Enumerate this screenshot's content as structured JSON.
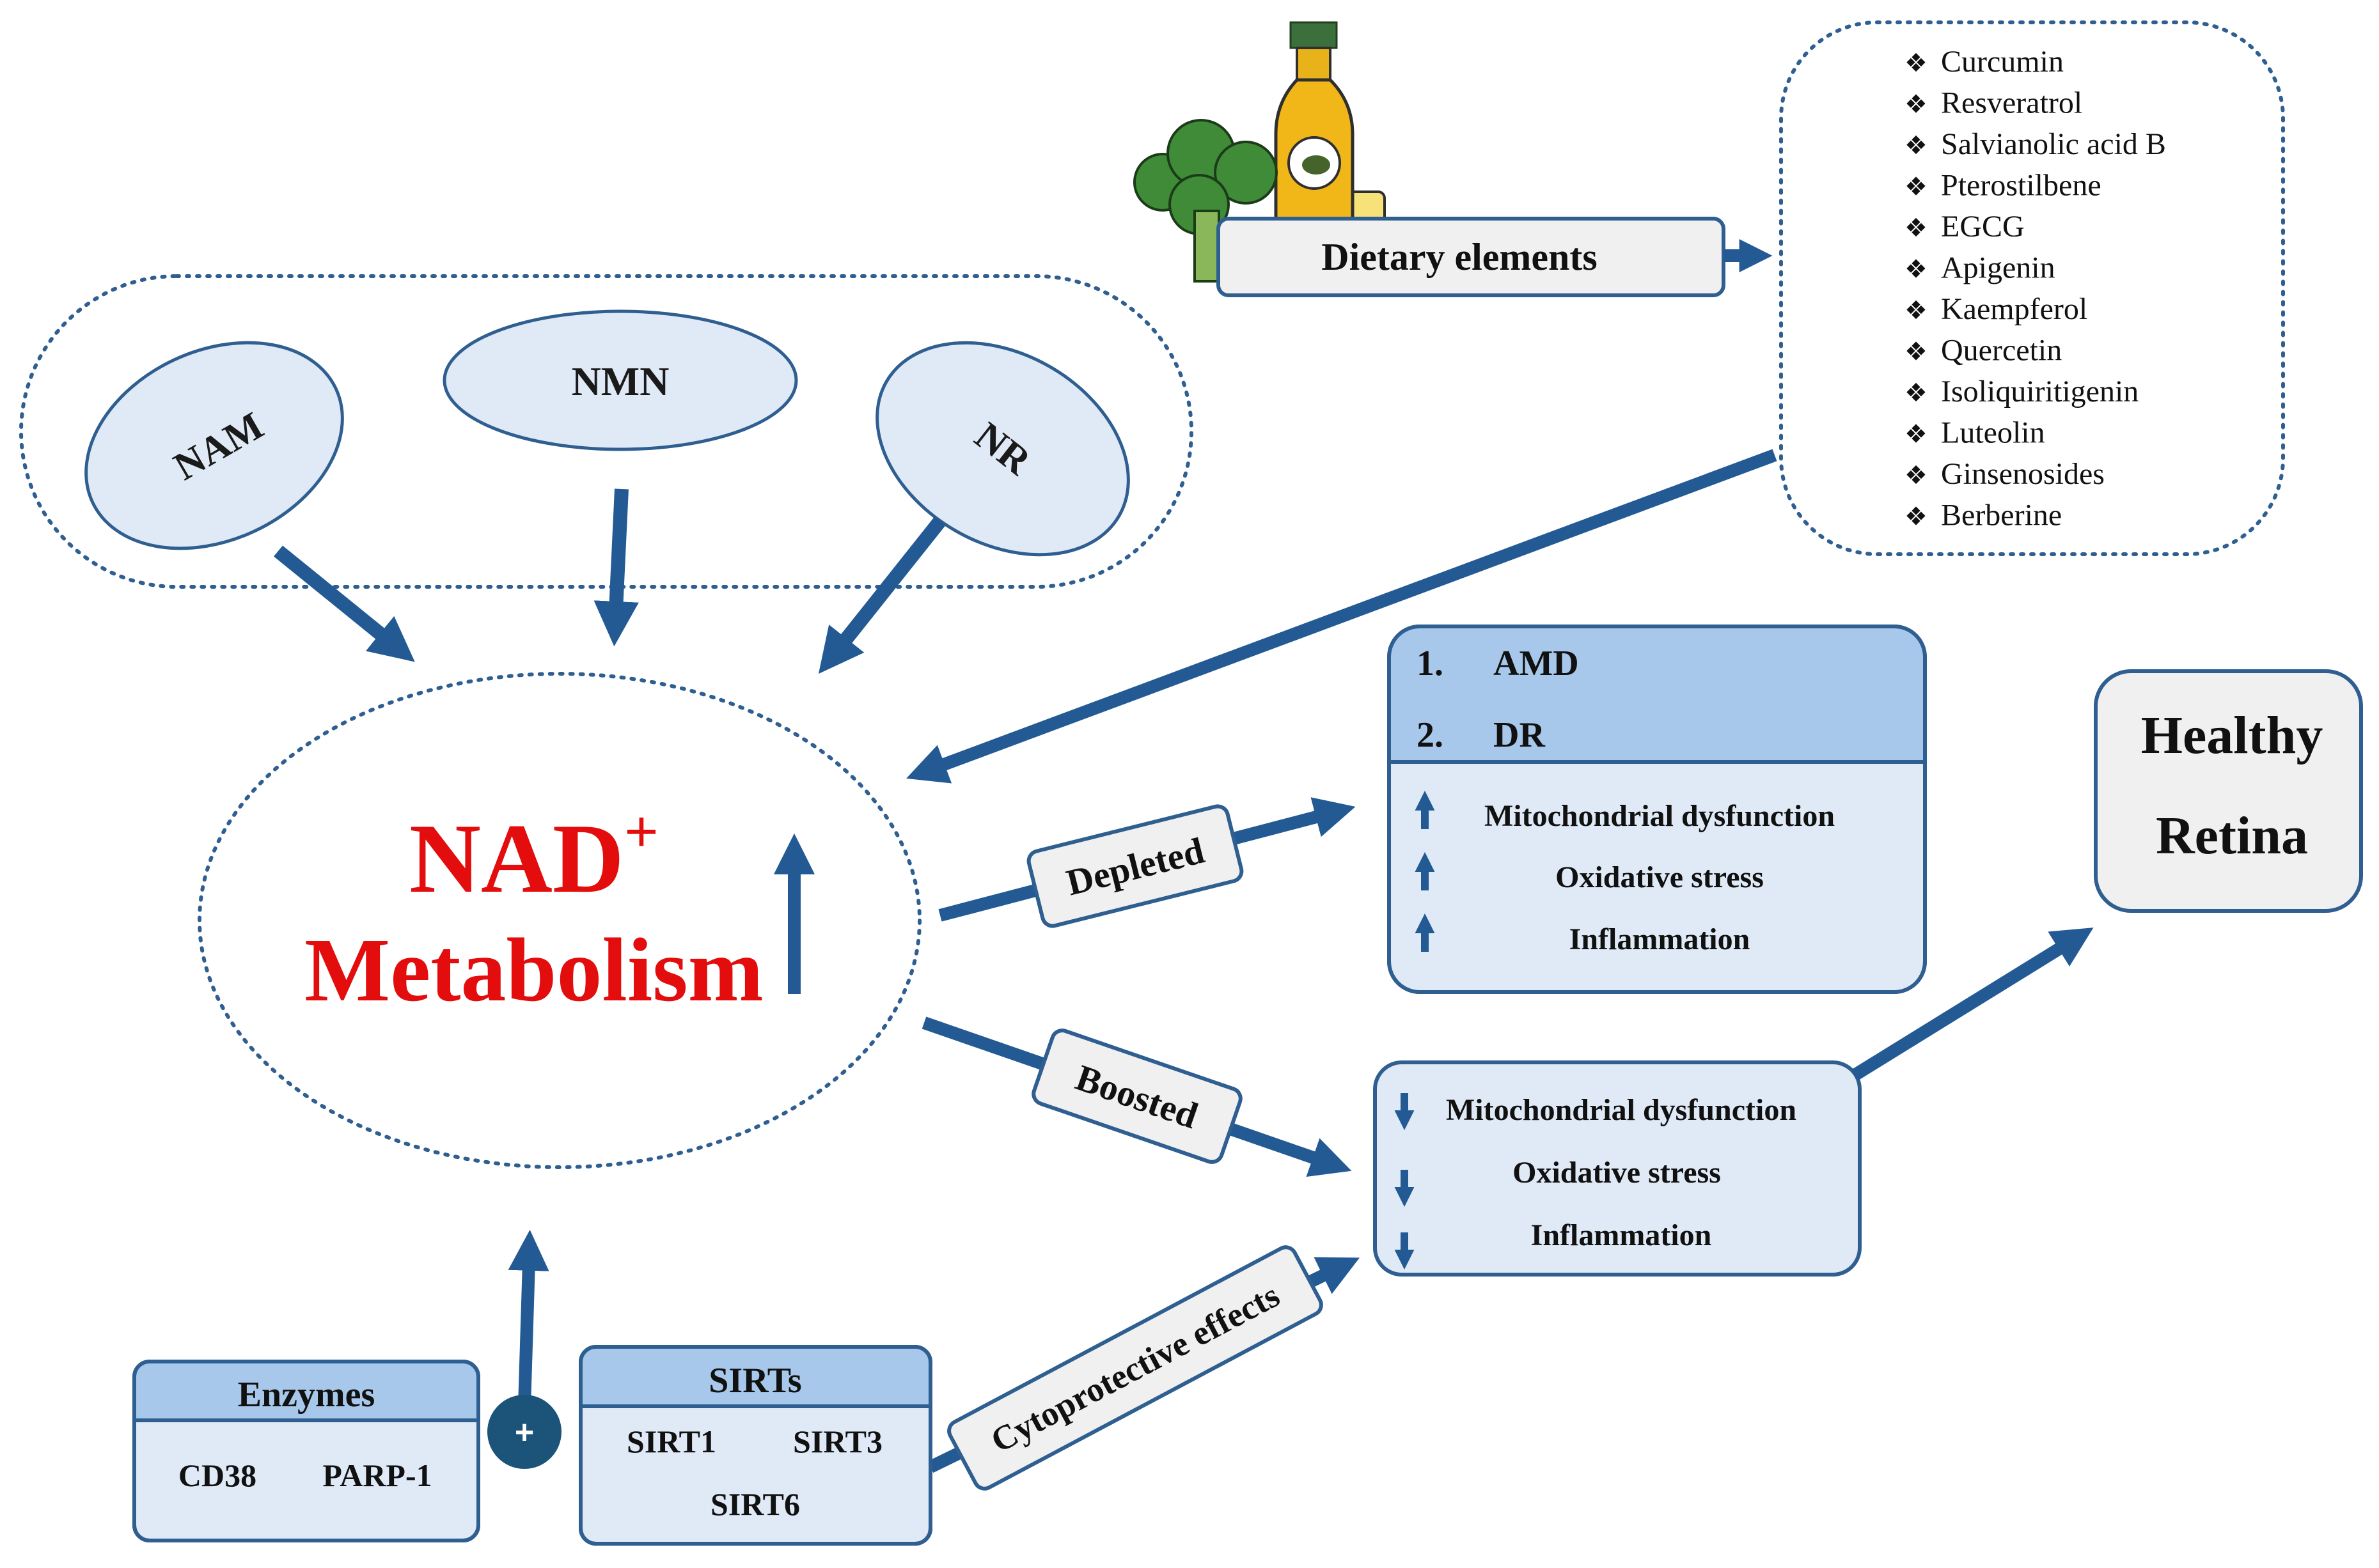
{
  "colors": {
    "arrow": "#235a94",
    "box_fill": "#dfeaf6",
    "box_header": "#a7c8eb",
    "grey_fill": "#f0f0f0",
    "outline": "#2f5e90",
    "dotted": "#2f5e90",
    "nad_text": "#e30d0d",
    "plus_circle": "#1c5378"
  },
  "precursors": {
    "nam": "NAM",
    "nmn": "NMN",
    "nr": "NR"
  },
  "nad": {
    "line1": "NAD",
    "superscript": "+",
    "line2": "Metabolism"
  },
  "dietary": {
    "label": "Dietary elements",
    "bullet": "❖",
    "items": [
      "Curcumin",
      "Resveratrol",
      "Salvianolic acid B",
      "Pterostilbene",
      "EGCG",
      "Apigenin",
      "Kaempferol",
      "Quercetin",
      "Isoliquiritigenin",
      "Luteolin",
      "Ginsenosides",
      "Berberine"
    ]
  },
  "diseases": {
    "items": [
      {
        "num": "1.",
        "name": "AMD"
      },
      {
        "num": "2.",
        "name": "DR"
      }
    ],
    "effects": [
      "Mitochondrial dysfunction",
      "Oxidative stress",
      "Inflammation"
    ]
  },
  "improved": {
    "effects": [
      "Mitochondrial dysfunction",
      "Oxidative stress",
      "Inflammation"
    ]
  },
  "labels": {
    "depleted": "Depleted",
    "boosted": "Boosted",
    "cytoprotective": "Cytoprotective effects"
  },
  "healthy": {
    "line1": "Healthy",
    "line2": "Retina"
  },
  "enzymes": {
    "title": "Enzymes",
    "items": [
      "CD38",
      "PARP-1"
    ]
  },
  "plus": "+",
  "sirts": {
    "title": "SIRTs",
    "items": [
      "SIRT1",
      "SIRT3",
      "SIRT6"
    ]
  }
}
